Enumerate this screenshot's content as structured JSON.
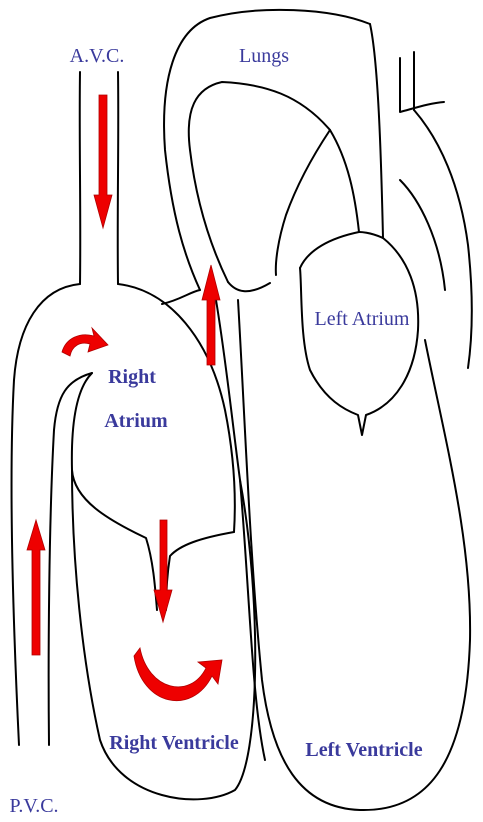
{
  "labels": {
    "avc": "A.V.C.",
    "lungs": "Lungs",
    "left_atrium": "Left Atrium",
    "right_atrium_line1": "Right",
    "right_atrium_line2": "Atrium",
    "right_ventricle": "Right Ventricle",
    "left_ventricle": "Left Ventricle",
    "pvc": "P.V.C."
  },
  "colors": {
    "arrow": "#ee0000",
    "label": "#3a3a9c",
    "outline": "#000000"
  },
  "icons": {
    "flow_arrow": "straight-red-arrow",
    "curved_flow_arrow": "curved-red-arrow"
  }
}
